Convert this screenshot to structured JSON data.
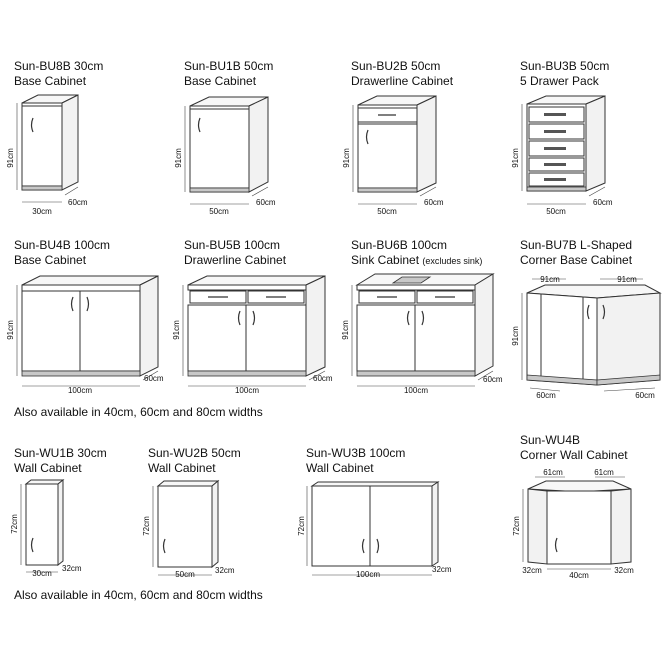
{
  "cabinets": [
    {
      "code": "Sun-BU8B 30cm",
      "name": "Base Cabinet",
      "height": "91cm",
      "width": "30cm",
      "depth": "60cm"
    },
    {
      "code": "Sun-BU1B 50cm",
      "name": "Base Cabinet",
      "height": "91cm",
      "width": "50cm",
      "depth": "60cm"
    },
    {
      "code": "Sun-BU2B 50cm",
      "name": "Drawerline Cabinet",
      "height": "91cm",
      "width": "50cm",
      "depth": "60cm"
    },
    {
      "code": "Sun-BU3B 50cm",
      "name": "5 Drawer Pack",
      "height": "91cm",
      "width": "50cm",
      "depth": "60cm"
    },
    {
      "code": "Sun-BU4B 100cm",
      "name": "Base Cabinet",
      "height": "91cm",
      "width": "100cm",
      "depth": "60cm"
    },
    {
      "code": "Sun-BU5B 100cm",
      "name": "Drawerline Cabinet",
      "height": "91cm",
      "width": "100cm",
      "depth": "60cm"
    },
    {
      "code": "Sun-BU6B 100cm",
      "name": "Sink Cabinet",
      "name_note": "(excludes sink)",
      "height": "91cm",
      "width": "100cm",
      "depth": "60cm"
    },
    {
      "code": "Sun-BU7B L-Shaped",
      "name": "Corner Base Cabinet",
      "height": "91cm",
      "top_left": "91cm",
      "top_right": "91cm",
      "depth_left": "60cm",
      "depth_right": "60cm"
    },
    {
      "code": "Sun-WU1B 30cm",
      "name": "Wall Cabinet",
      "height": "72cm",
      "width": "30cm",
      "depth": "32cm"
    },
    {
      "code": "Sun-WU2B 50cm",
      "name": "Wall Cabinet",
      "height": "72cm",
      "width": "50cm",
      "depth": "32cm"
    },
    {
      "code": "Sun-WU3B 100cm",
      "name": "Wall Cabinet",
      "height": "72cm",
      "width": "100cm",
      "depth": "32cm"
    },
    {
      "code": "Sun-WU4B",
      "name": "Corner Wall Cabinet",
      "height": "72cm",
      "top_left": "61cm",
      "top_right": "61cm",
      "width": "40cm",
      "depth_left": "32cm",
      "depth_right": "32cm"
    }
  ],
  "notes": {
    "base": "Also available in 40cm, 60cm and 80cm widths",
    "wall": "Also available in 40cm, 60cm and 80cm widths"
  }
}
